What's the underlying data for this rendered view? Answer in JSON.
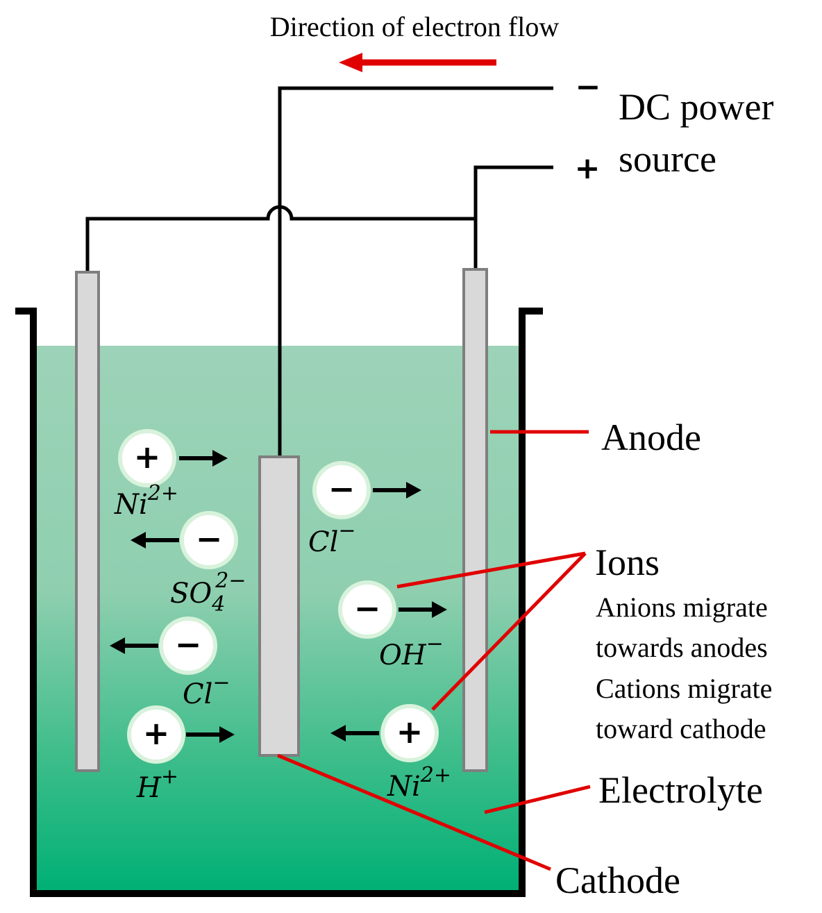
{
  "colors": {
    "electrolyte_top": "#9dd3b8",
    "electrolyte_bottom": "#00b075",
    "electrode_fill": "#d9d9d9",
    "electrode_stroke": "#7f7f7f",
    "wire": "#000000",
    "label_line": "#e00000",
    "ion_ring": "#d8f2dc"
  },
  "labels": {
    "electron_flow": "Direction of electron flow",
    "minus_terminal": "−",
    "plus_terminal": "+",
    "power_line1": "DC power",
    "power_line2": "source",
    "anode": "Anode",
    "ions": "Ions",
    "ions_note": [
      "Anions migrate",
      "towards anodes",
      "Cations migrate",
      "toward cathode"
    ],
    "electrolyte": "Electrolyte",
    "cathode": "Cathode"
  },
  "ions": [
    {
      "id": "ni-left",
      "charge": "+",
      "base": "Ni",
      "sup": "2+",
      "sub": "",
      "arrow": "right"
    },
    {
      "id": "so4",
      "charge": "−",
      "base": "SO",
      "sup": "2−",
      "sub": "4",
      "arrow": "left"
    },
    {
      "id": "cl-left",
      "charge": "−",
      "base": "Cl",
      "sup": "−",
      "sub": "",
      "arrow": "left"
    },
    {
      "id": "h",
      "charge": "+",
      "base": "H",
      "sup": "+",
      "sub": "",
      "arrow": "right"
    },
    {
      "id": "cl-right",
      "charge": "−",
      "base": "Cl",
      "sup": "−",
      "sub": "",
      "arrow": "right"
    },
    {
      "id": "oh",
      "charge": "−",
      "base": "OH",
      "sup": "−",
      "sub": "",
      "arrow": "right"
    },
    {
      "id": "ni-right",
      "charge": "+",
      "base": "Ni",
      "sup": "2+",
      "sub": "",
      "arrow": "left"
    }
  ]
}
